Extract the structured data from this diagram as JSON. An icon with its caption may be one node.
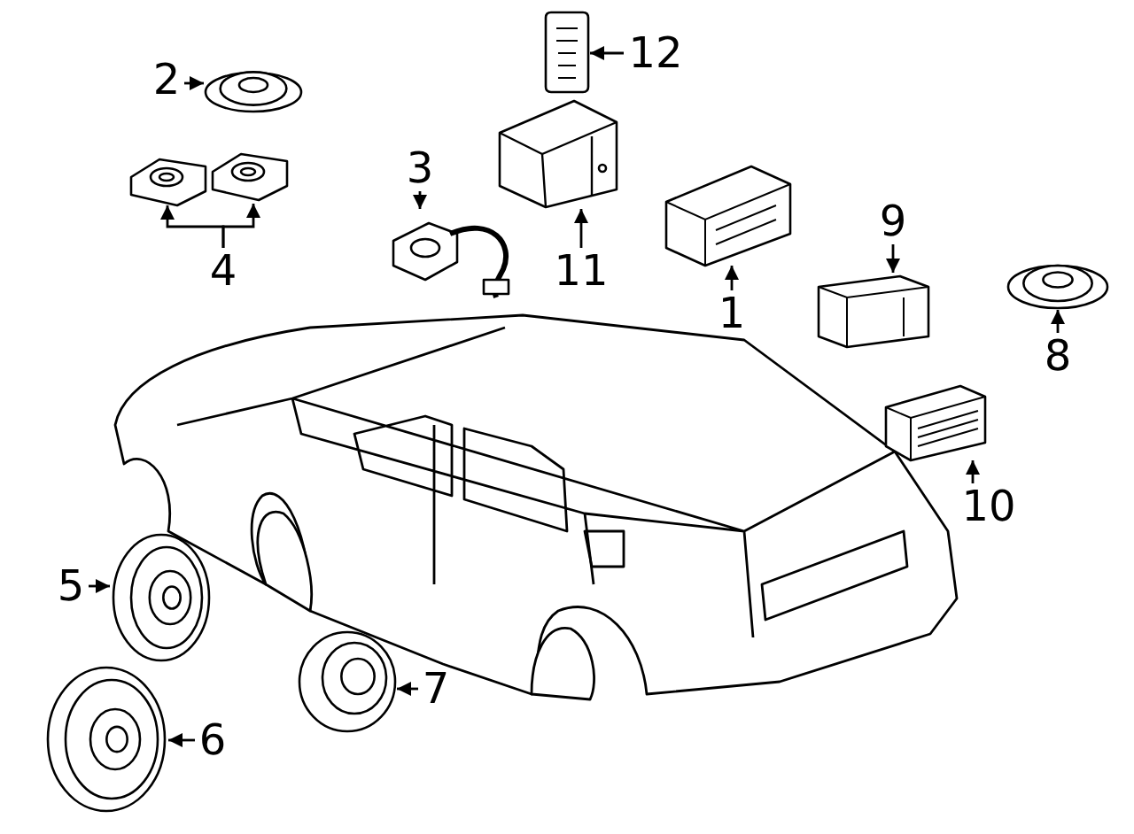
{
  "diagram": {
    "nodes": [
      {
        "text": [],
        "shape": "picture"
      },
      {
        "text": [
          "12"
        ]
      },
      {
        "text": [
          "2"
        ]
      },
      {
        "text": [],
        "shape": "picture"
      },
      {
        "text": [],
        "shape": "picture"
      },
      {
        "text": [
          "11"
        ]
      },
      {
        "text": [
          "3"
        ]
      },
      {
        "text": [],
        "shape": "picture"
      },
      {
        "text": [],
        "shape": "picture"
      },
      {
        "text": [],
        "shape": "picture"
      },
      {
        "text": [
          "4"
        ]
      },
      {
        "text": [],
        "shape": "picture"
      },
      {
        "text": [
          "1"
        ]
      },
      {
        "text": [
          "9"
        ]
      },
      {
        "text": [],
        "shape": "picture"
      },
      {
        "text": [],
        "shape": "picture"
      },
      {
        "text": [
          "8"
        ]
      },
      {
        "text": [],
        "shape": "picture"
      },
      {
        "text": [
          "10"
        ]
      },
      {
        "text": [
          "5"
        ]
      },
      {
        "text": [],
        "shape": "picture"
      },
      {
        "text": [],
        "shape": "picture"
      },
      {
        "text": [
          "7"
        ]
      },
      {
        "text": [],
        "shape": "picture"
      },
      {
        "text": [
          "6"
        ]
      }
    ],
    "edges": [
      {
        "from": 1,
        "to": 0,
        "arrow": "to"
      },
      {
        "from": 2,
        "to": 3,
        "arrow": "to"
      },
      {
        "from": 5,
        "to": 4,
        "arrow": "to"
      },
      {
        "from": 6,
        "to": 7,
        "arrow": "to"
      },
      {
        "from": 10,
        "to": 8,
        "arrow": "to"
      },
      {
        "from": 10,
        "to": 9,
        "arrow": "to"
      },
      {
        "from": 12,
        "to": 11,
        "arrow": "to"
      },
      {
        "from": 13,
        "to": 14,
        "arrow": "to"
      },
      {
        "from": 16,
        "to": 15,
        "arrow": "to"
      },
      {
        "from": 18,
        "to": 17,
        "arrow": "to"
      },
      {
        "from": 19,
        "to": 20,
        "arrow": "to"
      },
      {
        "from": 22,
        "to": 21,
        "arrow": "to"
      },
      {
        "from": 24,
        "to": 23,
        "arrow": "to"
      }
    ]
  }
}
